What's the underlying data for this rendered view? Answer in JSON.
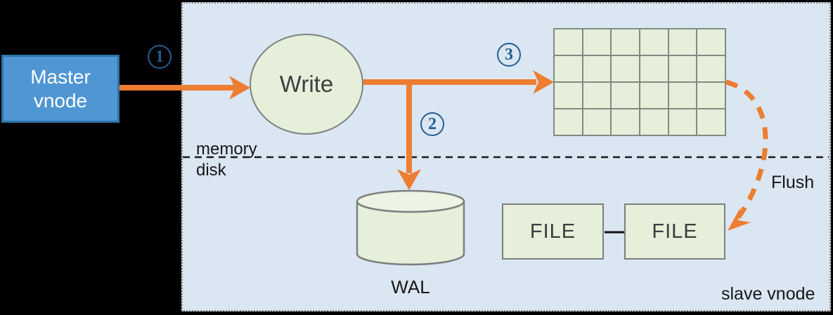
{
  "colors": {
    "background": "#000000",
    "panel_bg": "#dbe6f3",
    "panel_border": "#828282",
    "green_fill": "#e5efda",
    "green_fill_light": "#edf4e3",
    "shape_border": "#7f7f7f",
    "orange": "#ed7d31",
    "navy": "#235d92",
    "master_fill": "#4f96d3",
    "master_border": "#2e73ac",
    "text_dark": "#171717",
    "text_white": "#ffffff"
  },
  "diagram": {
    "master_node": {
      "lines": [
        "Master",
        "vnode"
      ]
    },
    "write_node": {
      "label": "Write"
    },
    "steps": [
      {
        "n": "1"
      },
      {
        "n": "2"
      },
      {
        "n": "3"
      }
    ],
    "memory_label": "memory",
    "disk_label": "disk",
    "wal_label": "WAL",
    "file_boxes": [
      {
        "label": "FILE"
      },
      {
        "label": "FILE"
      }
    ],
    "flush_label": "Flush",
    "slave_label": "slave vnode",
    "grid": {
      "rows": 4,
      "cols": 6
    }
  }
}
